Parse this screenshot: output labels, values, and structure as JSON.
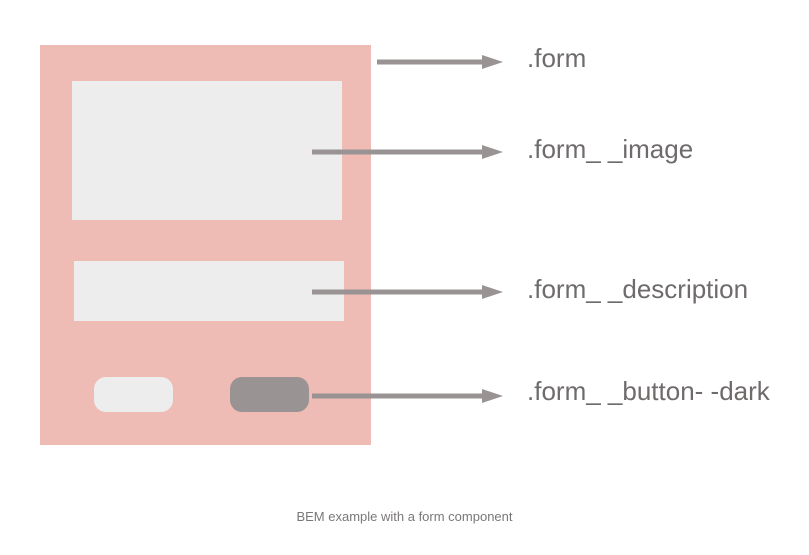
{
  "labels": {
    "form": ".form",
    "image": ".form_ _image",
    "description": ".form_ _description",
    "button_dark": ".form_ _button- -dark"
  },
  "caption": "BEM example with a form component",
  "colors": {
    "block": "#efbbb5",
    "element": "#ededed",
    "dark_button": "#999393",
    "arrow": "#999393",
    "label_text": "#6f6b6b"
  }
}
